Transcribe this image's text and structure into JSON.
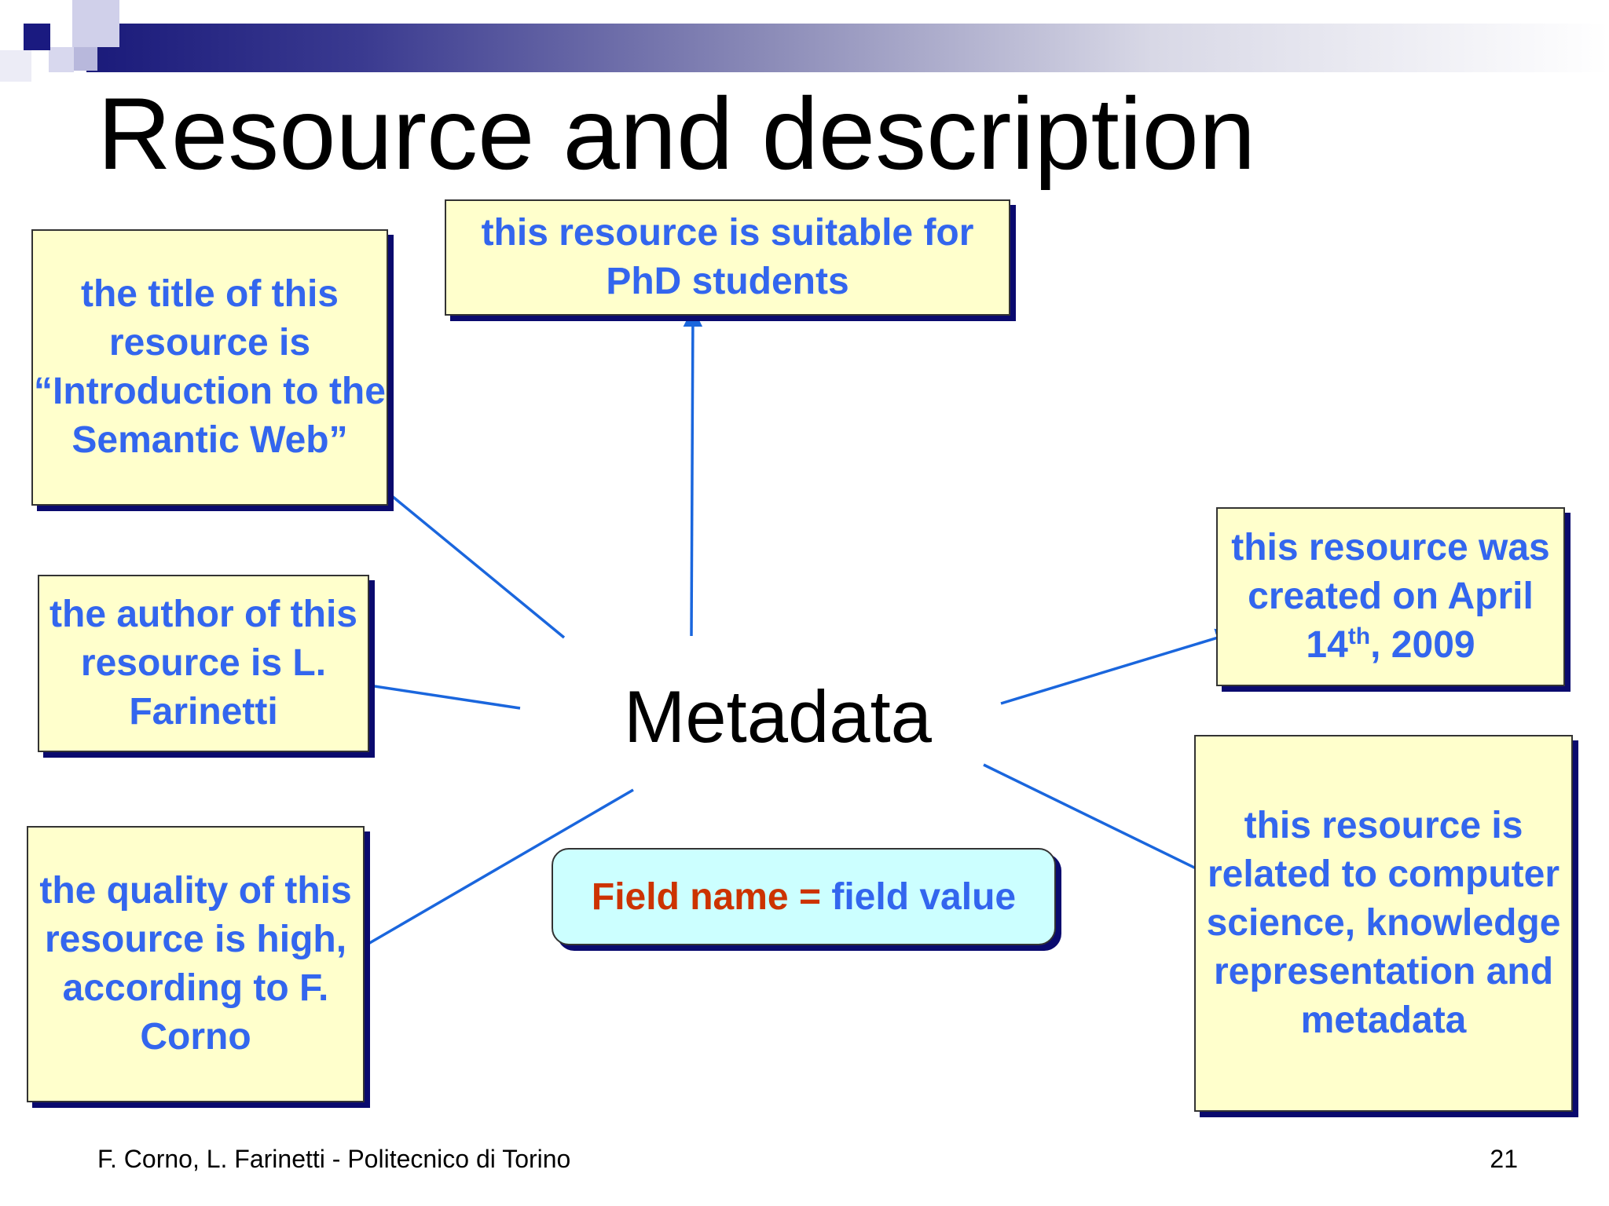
{
  "slide": {
    "title": "Resource and description",
    "center_label": "Metadata",
    "boxes": {
      "title_box": "the title of this resource is “Introduction to the Semantic Web”",
      "phd_box": "this resource is suitable for PhD students",
      "author_box": "the author of this resource is L. Farinetti",
      "quality_box": "the quality of this resource is high, according to F. Corno",
      "created_box_pre": "this resource was created on April 14",
      "created_box_sup": "th",
      "created_box_post": ", 2009",
      "related_box": "this resource is related to computer science, knowledge representation and metadata"
    },
    "field_legend": {
      "name": "Field name =",
      "value": "field value"
    },
    "footer": {
      "authors": "F. Corno, L. Farinetti - Politecnico di Torino",
      "page_number": "21"
    }
  },
  "colors": {
    "box_fill": "#ffffcc",
    "box_text": "#3366ee",
    "box_shadow": "#0a0a6e",
    "field_fill": "#ccffff",
    "field_name_text": "#cc3300",
    "arrow": "#1a66dd"
  }
}
